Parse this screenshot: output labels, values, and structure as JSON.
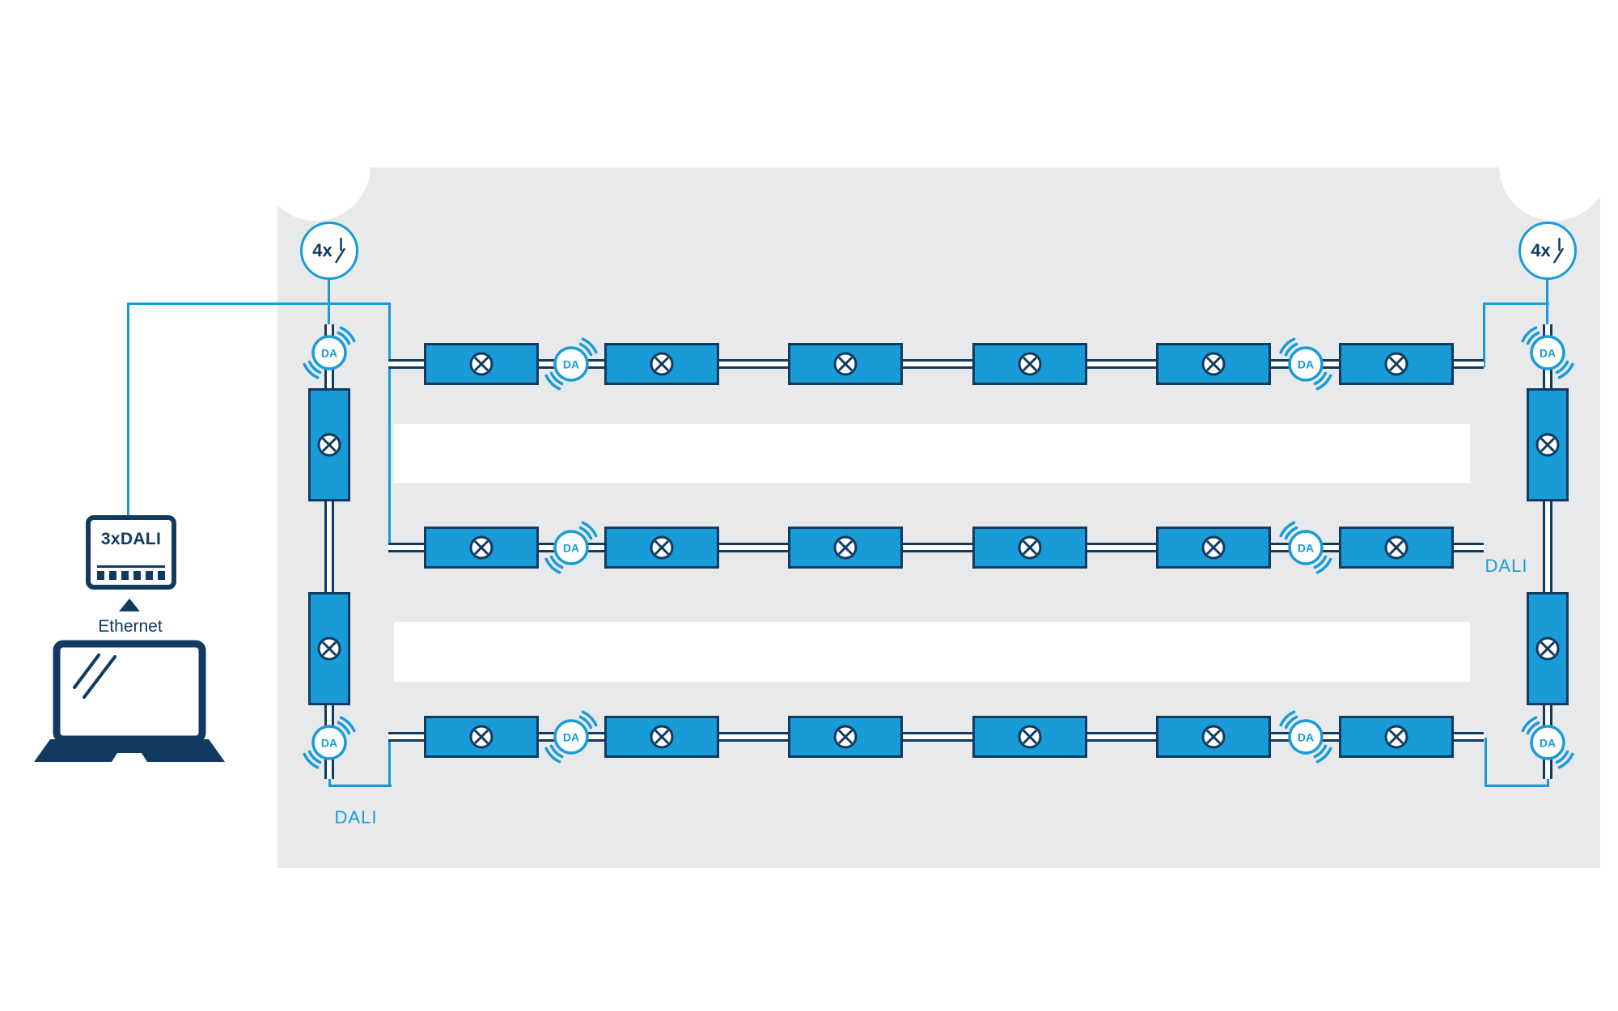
{
  "title": "DALI lighting control system diagram",
  "colors": {
    "navy": "#113A60",
    "blue": "#189BD7",
    "room_gray": "#E7E9EA",
    "white": "#FFFFFF"
  },
  "labels": {
    "controller": "3xDALI",
    "ethernet": "Ethernet",
    "dali_left": "DALI",
    "dali_right": "DALI",
    "gateway": "4x",
    "da_node": "DA"
  },
  "diagram": {
    "type": "lighting-control-topology",
    "horizontal_light_rows": 3,
    "luminaires_per_row": 6,
    "wireless_da_nodes_per_row": 2,
    "vertical_light_runs": 2,
    "luminaires_per_vertical_run": 2,
    "wireless_da_nodes_per_vertical_run": 2,
    "gateway_circles": 2
  }
}
